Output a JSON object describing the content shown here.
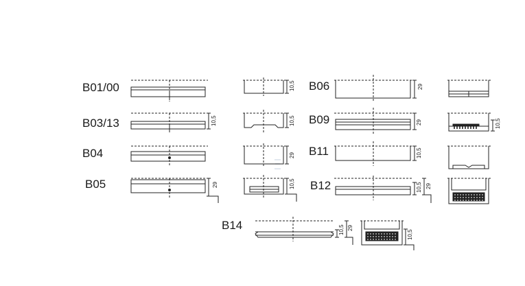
{
  "title": "",
  "watermark": "Ξ",
  "profiles": [
    {
      "code": "B01/00",
      "dims": []
    },
    {
      "code": "B03/13",
      "dims": [
        "10,5"
      ]
    },
    {
      "code": "B04",
      "dims": []
    },
    {
      "code": "B05",
      "dims": [
        "29"
      ]
    },
    {
      "code": "B06",
      "dims": [
        "29"
      ]
    },
    {
      "code": "B09",
      "dims": [
        "29"
      ]
    },
    {
      "code": "B11",
      "dims": [
        "10,5"
      ]
    },
    {
      "code": "B12",
      "dims": [
        "10,5",
        "29"
      ]
    },
    {
      "code": "B14",
      "dims": [
        "10,5",
        "29"
      ]
    }
  ],
  "section_dims": [
    "10,5",
    "10,5",
    "29",
    "10,5",
    "10,5",
    "10,5"
  ]
}
